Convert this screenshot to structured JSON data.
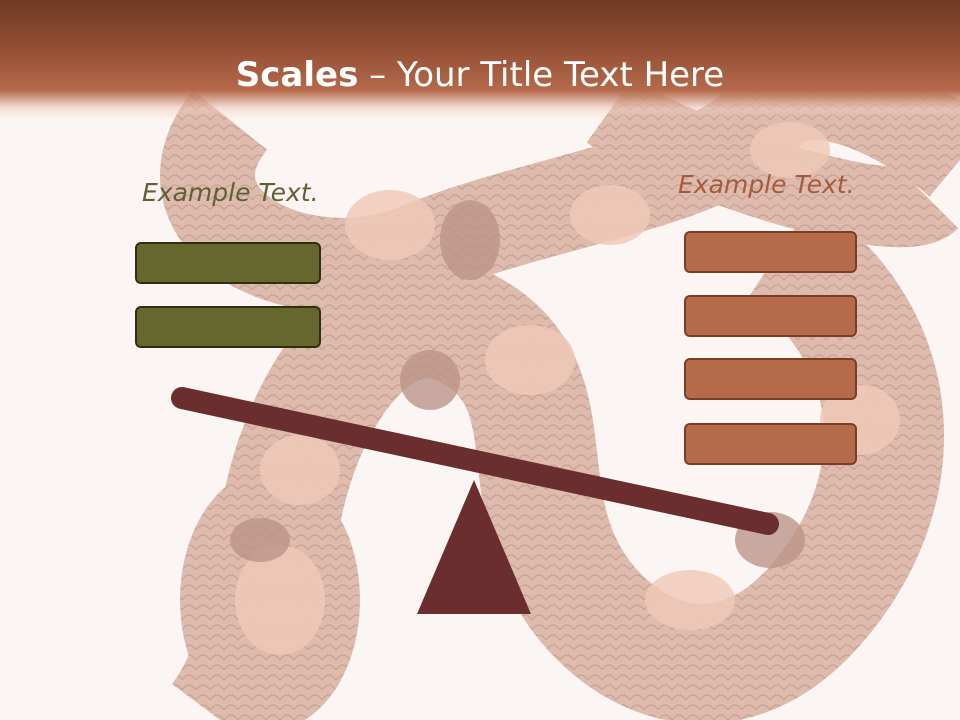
{
  "title": {
    "bold": "Scales",
    "rest": " – Your Title Text Here"
  },
  "left": {
    "label": "Example Text.",
    "boxes": 2,
    "box_color": "#66672f"
  },
  "right": {
    "label": "Example Text.",
    "boxes": 4,
    "box_color": "#b56a4a"
  },
  "colors": {
    "header": "#8e4b31",
    "beam": "#6a2e2e",
    "background": "#fbf6f3"
  }
}
